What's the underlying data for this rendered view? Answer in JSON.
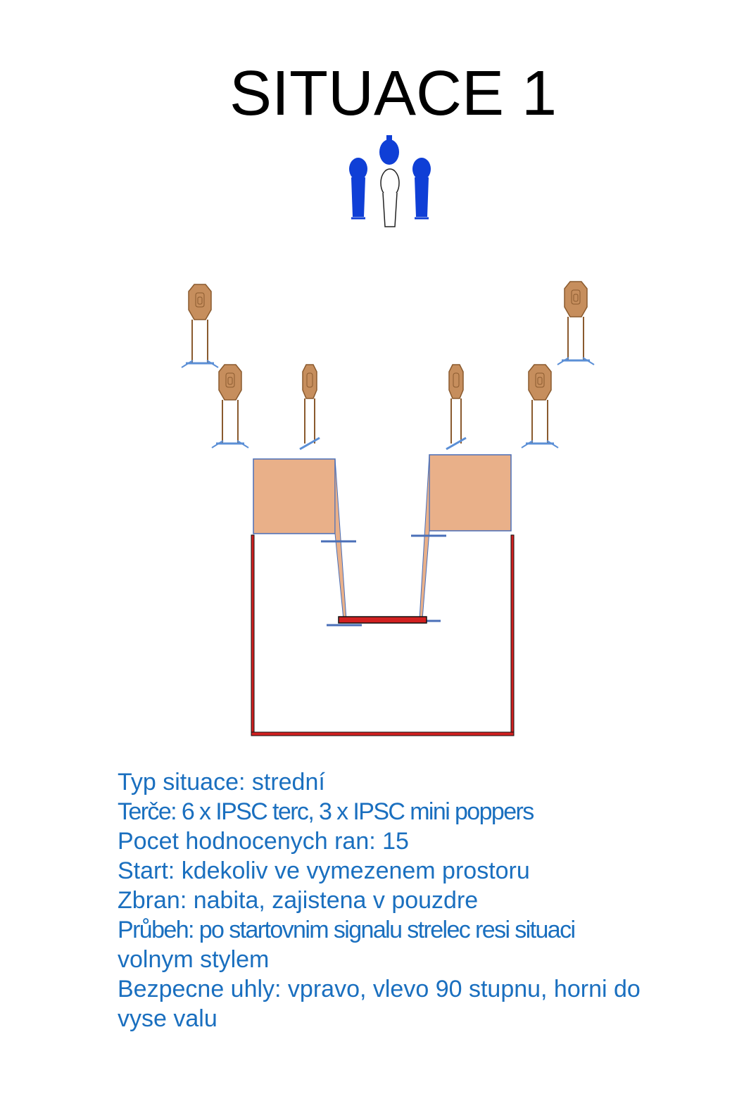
{
  "title": "SITUACE 1",
  "colors": {
    "text": "#1a6fbf",
    "popper": "#0f3fd6",
    "target": "#c68e5d",
    "target_stand": "#5b8fd6",
    "barricade": "#e9b089",
    "fault_line": "#d12020"
  },
  "description": {
    "line1": "Typ situace: strední",
    "line2": "Terče: 6 x IPSC terc, 3 x IPSC mini poppers",
    "line3": "Pocet hodnocenych ran: 15",
    "line4": "Start: kdekoliv ve vymezenem prostoru",
    "line5": "Zbran: nabita, zajistena v pouzdre",
    "line6": "Průbeh: po startovnim signalu strelec resi situaci",
    "line7": "volnym stylem",
    "line8": "Bezpecne uhly: vpravo, vlevo 90 stupnu, horni do",
    "line9": "vyse valu"
  }
}
